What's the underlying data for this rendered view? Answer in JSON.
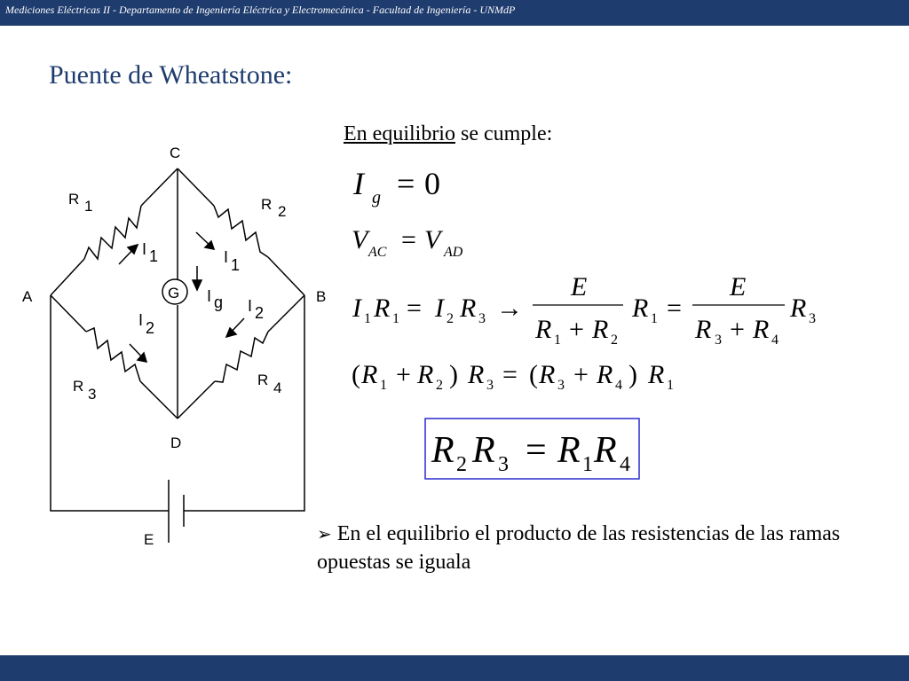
{
  "header": {
    "text": "Mediciones Eléctricas II - Departamento de Ingeniería Eléctrica y Electromecánica  - Facultad de Ingeniería  - UNMdP"
  },
  "title": "Puente de Wheatstone:",
  "circuit": {
    "nodes": {
      "C": "C",
      "A": "A",
      "B": "B",
      "D": "D",
      "E": "E",
      "G": "G"
    },
    "resistors": [
      {
        "name": "R",
        "sub": "1"
      },
      {
        "name": "R",
        "sub": "2"
      },
      {
        "name": "R",
        "sub": "3"
      },
      {
        "name": "R",
        "sub": "4"
      }
    ],
    "currents": [
      {
        "name": "I",
        "sub": "1",
        "where": "R1"
      },
      {
        "name": "I",
        "sub": "1",
        "where": "R2"
      },
      {
        "name": "I",
        "sub": "g",
        "where": "G"
      },
      {
        "name": "I",
        "sub": "2",
        "where": "R3"
      },
      {
        "name": "I",
        "sub": "2",
        "where": "R4"
      }
    ]
  },
  "equilibrium": {
    "underlined": "En equilibrio",
    "rest": " se cumple:"
  },
  "equations": {
    "eq1": {
      "I": "I",
      "g": "g",
      "eq": "=",
      "zero": "0"
    },
    "eq2": {
      "V": "V",
      "AC": "AC",
      "eq": "=",
      "AD": "AD"
    },
    "eq3": {
      "I": "I",
      "R": "R",
      "s1": "1",
      "s2": "2",
      "s3": "3",
      "s4": "4",
      "eq": "=",
      "plus": "+",
      "arrow": "→",
      "E": "E"
    },
    "eq4": {
      "lp": "(",
      "rp": ")",
      "R": "R",
      "s1": "1",
      "s2": "2",
      "s3": "3",
      "s4": "4",
      "eq": "=",
      "plus": "+"
    },
    "boxed": {
      "R": "R",
      "s1": "1",
      "s2": "2",
      "s3": "3",
      "s4": "4",
      "eq": "="
    }
  },
  "bullet": {
    "text": "En el equilibrio el producto de las resistencias de las ramas opuestas se iguala"
  },
  "colors": {
    "bar": "#1f3c6e",
    "title": "#1f3c6e",
    "box": "#2a2ad0"
  }
}
